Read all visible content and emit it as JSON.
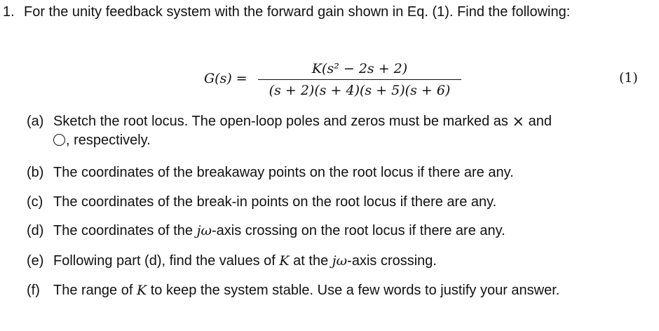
{
  "problem": {
    "number": "1.",
    "intro": "For the unity feedback system with the forward gain shown in Eq. (1). Find the following:"
  },
  "equation": {
    "lhs": "G(s) =",
    "numerator": "K(s² − 2s + 2)",
    "denominator": "(s + 2)(s + 4)(s + 5)(s + 6)",
    "label": "(1)"
  },
  "parts": [
    {
      "label": "(a)",
      "text_before": "Sketch the root locus. The open-loop poles and zeros must be marked as",
      "cross_symbol": "×",
      "text_middle": "and",
      "text_after": ", respectively."
    },
    {
      "label": "(b)",
      "text": "The coordinates of the breakaway points on the root locus if there are any."
    },
    {
      "label": "(c)",
      "text": "The coordinates of the break-in points on the root locus if there are any."
    },
    {
      "label": "(d)",
      "text_before": "The coordinates of the",
      "math": "jω",
      "text_after": "-axis crossing on the root locus if there are any."
    },
    {
      "label": "(e)",
      "text_before": "Following part (d), find the values of",
      "math_k": "K",
      "text_middle": "at the",
      "math_jw": "jω",
      "text_after": "-axis crossing."
    },
    {
      "label": "(f)",
      "text_before": "The range of",
      "math_k": "K",
      "text_after": "to keep the system stable. Use a few words to justify your answer."
    }
  ]
}
